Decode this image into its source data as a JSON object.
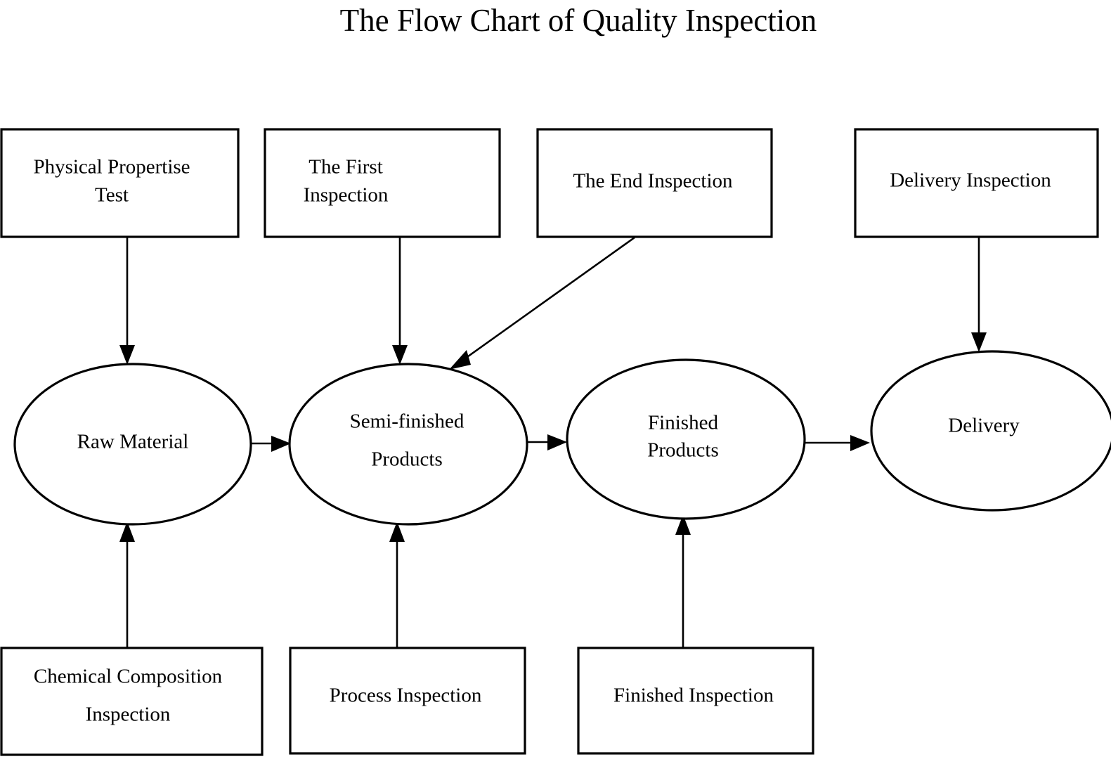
{
  "title": "The Flow Chart of Quality Inspection",
  "colors": {
    "background": "#ffffff",
    "stroke": "#000000",
    "text": "#000000"
  },
  "chart_data": {
    "type": "diagram",
    "title": "The Flow Chart of Quality Inspection",
    "nodes": [
      {
        "id": "physical-propertise-test",
        "label": "Physical Propertise Test",
        "shape": "rectangle",
        "row": "top"
      },
      {
        "id": "the-first-inspection",
        "label": "The First Inspection",
        "shape": "rectangle",
        "row": "top"
      },
      {
        "id": "the-end-inspection",
        "label": "The End Inspection",
        "shape": "rectangle",
        "row": "top"
      },
      {
        "id": "delivery-inspection",
        "label": "Delivery Inspection",
        "shape": "rectangle",
        "row": "top"
      },
      {
        "id": "raw-material",
        "label": "Raw Material",
        "shape": "ellipse",
        "row": "middle"
      },
      {
        "id": "semi-finished-products",
        "label": "Semi-finished Products",
        "shape": "ellipse",
        "row": "middle"
      },
      {
        "id": "finished-products",
        "label": "Finished Products",
        "shape": "ellipse",
        "row": "middle"
      },
      {
        "id": "delivery",
        "label": "Delivery",
        "shape": "ellipse",
        "row": "middle"
      },
      {
        "id": "chemical-composition-inspection",
        "label": "Chemical Composition Inspection",
        "shape": "rectangle",
        "row": "bottom"
      },
      {
        "id": "process-inspection",
        "label": "Process Inspection",
        "shape": "rectangle",
        "row": "bottom"
      },
      {
        "id": "finished-inspection",
        "label": "Finished Inspection",
        "shape": "rectangle",
        "row": "bottom"
      }
    ],
    "edges": [
      {
        "from": "physical-propertise-test",
        "to": "raw-material",
        "direction": "down"
      },
      {
        "from": "the-first-inspection",
        "to": "semi-finished-products",
        "direction": "down"
      },
      {
        "from": "the-end-inspection",
        "to": "semi-finished-products",
        "direction": "diagonal-down-left"
      },
      {
        "from": "delivery-inspection",
        "to": "delivery",
        "direction": "down"
      },
      {
        "from": "raw-material",
        "to": "semi-finished-products",
        "direction": "right"
      },
      {
        "from": "semi-finished-products",
        "to": "finished-products",
        "direction": "right"
      },
      {
        "from": "finished-products",
        "to": "delivery",
        "direction": "right"
      },
      {
        "from": "chemical-composition-inspection",
        "to": "raw-material",
        "direction": "up"
      },
      {
        "from": "process-inspection",
        "to": "semi-finished-products",
        "direction": "up"
      },
      {
        "from": "finished-inspection",
        "to": "finished-products",
        "direction": "up"
      }
    ]
  },
  "nodes": {
    "physical_propertise_test": {
      "line1": "Physical Propertise",
      "line2": "Test"
    },
    "the_first_inspection": {
      "line1": "The First",
      "line2": "Inspection"
    },
    "the_end_inspection": {
      "line1": "The End Inspection"
    },
    "delivery_inspection": {
      "line1": "Delivery Inspection"
    },
    "raw_material": {
      "line1": "Raw Material"
    },
    "semi_finished_products": {
      "line1": "Semi-finished",
      "line2": "Products"
    },
    "finished_products": {
      "line1": "Finished",
      "line2": "Products"
    },
    "delivery": {
      "line1": "Delivery"
    },
    "chemical_composition_inspection": {
      "line1": "Chemical Composition",
      "line2": "Inspection"
    },
    "process_inspection": {
      "line1": "Process Inspection"
    },
    "finished_inspection": {
      "line1": "Finished Inspection"
    }
  }
}
